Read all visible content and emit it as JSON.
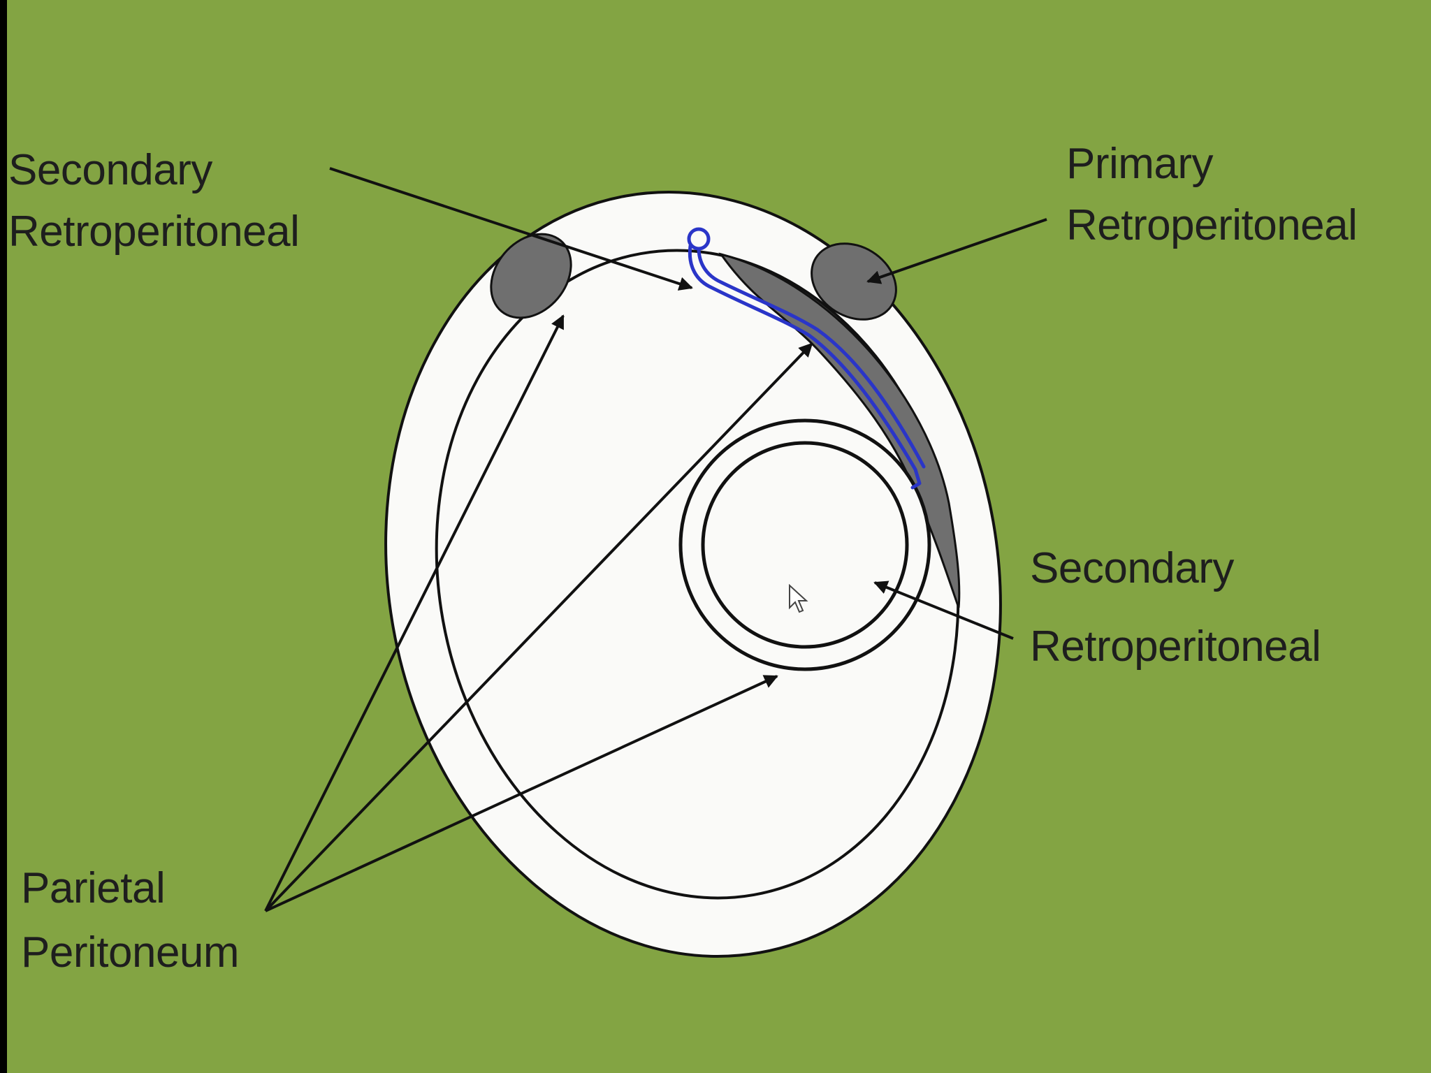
{
  "colors": {
    "background": "#83a443",
    "left_bar": "#000000",
    "body_fill": "#fafaf8",
    "stroke": "#111111",
    "organ_fill": "#6f6f6f",
    "mesentery_outline": "#2a35c8"
  },
  "labels": {
    "secondary_left": {
      "line1": "Secondary",
      "line2": "Retroperitoneal"
    },
    "primary": {
      "line1": "Primary",
      "line2": "Retroperitoneal"
    },
    "secondary_right": {
      "line1": "Secondary",
      "line2": "Retroperitoneal"
    },
    "parietal": {
      "line1": "Parietal",
      "line2": "Peritoneum"
    }
  },
  "icons": {
    "cursor": "mouse-pointer-icon"
  }
}
